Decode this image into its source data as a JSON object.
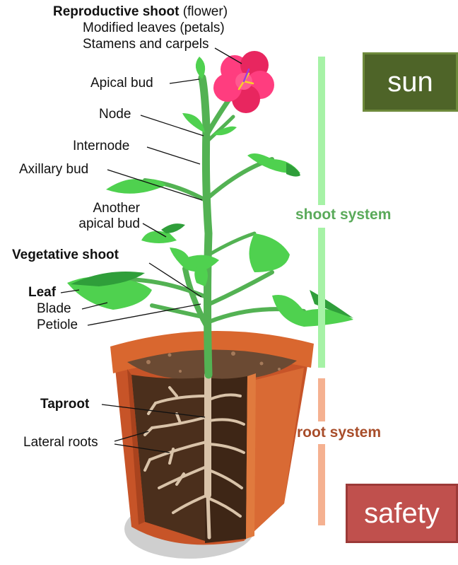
{
  "labels": {
    "reproductive_shoot": "Reproductive shoot",
    "reproductive_shoot_note": "(flower)",
    "modified_leaves": "Modified leaves",
    "modified_leaves_note": "(petals)",
    "stamens_carpels": "Stamens and carpels",
    "apical_bud": "Apical bud",
    "node": "Node",
    "internode": "Internode",
    "axillary_bud": "Axillary bud",
    "another_apical_bud_line1": "Another",
    "another_apical_bud_line2": "apical bud",
    "vegetative_shoot": "Vegetative shoot",
    "leaf": "Leaf",
    "blade": "Blade",
    "petiole": "Petiole",
    "taproot": "Taproot",
    "lateral_roots": "Lateral roots"
  },
  "systems": {
    "shoot": {
      "label": "shoot system",
      "color": "#5aaa5a",
      "bar_color": "#a6f2a6"
    },
    "root": {
      "label": "root system",
      "color": "#a84d2a",
      "bar_color": "#f5b191"
    }
  },
  "boxes": {
    "sun": {
      "label": "sun",
      "fill": "#4e6428",
      "border": "#6e8a3c"
    },
    "safety": {
      "label": "safety",
      "fill": "#c0504d",
      "border": "#9c3a38"
    }
  },
  "colors": {
    "stem": "#53b253",
    "leaf": "#4fd14f",
    "leaf_dark": "#2f9e3a",
    "petal": "#ff3d7f",
    "pot": "#c9562b",
    "soil": "#4b2f1c",
    "root": "#d9c3a9"
  }
}
